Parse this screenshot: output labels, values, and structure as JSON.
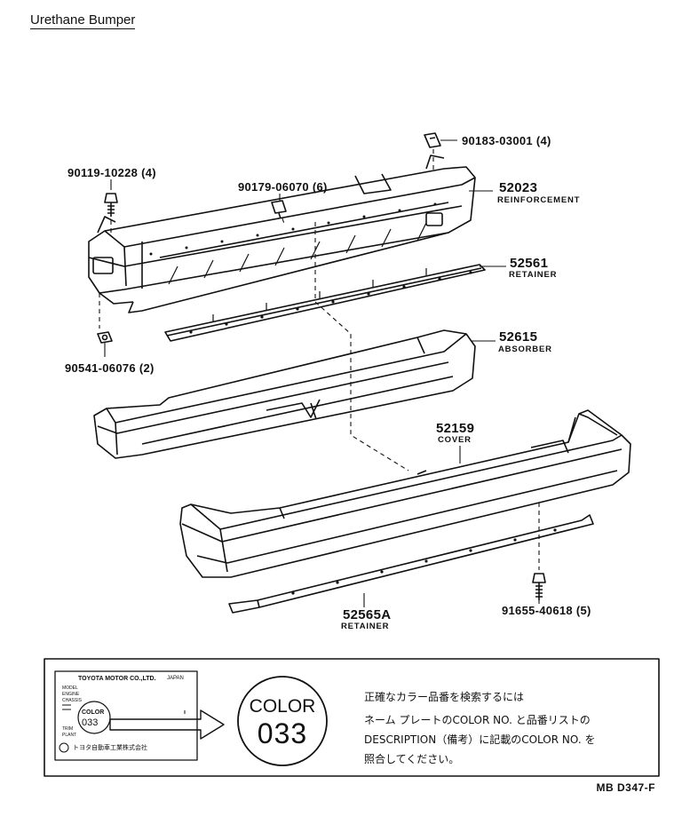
{
  "title": "Urethane Bumper",
  "parts": [
    {
      "id": "p1",
      "number": "90183-03001",
      "qty": "(4)",
      "desc": ""
    },
    {
      "id": "p2",
      "number": "90119-10228",
      "qty": "(4)",
      "desc": ""
    },
    {
      "id": "p3",
      "number": "90179-06070",
      "qty": "(6)",
      "desc": ""
    },
    {
      "id": "p4",
      "number": "52023",
      "qty": "",
      "desc": "REINFORCEMENT"
    },
    {
      "id": "p5",
      "number": "52561",
      "qty": "",
      "desc": "RETAINER"
    },
    {
      "id": "p6",
      "number": "52615",
      "qty": "",
      "desc": "ABSORBER"
    },
    {
      "id": "p7",
      "number": "90541-06076",
      "qty": "(2)",
      "desc": ""
    },
    {
      "id": "p8",
      "number": "52159",
      "qty": "",
      "desc": "COVER"
    },
    {
      "id": "p9",
      "number": "91655-40618",
      "qty": "(5)",
      "desc": ""
    },
    {
      "id": "p10",
      "number": "52565A",
      "qty": "",
      "desc": "RETAINER"
    }
  ],
  "nameplate": {
    "maker": "TOYOTA MOTOR CO.,LTD.",
    "country": "JAPAN",
    "rows": [
      "MODEL",
      "ENGINE",
      "CHASSIS"
    ],
    "color_label": "COLOR",
    "color_code": "033",
    "trim_rows": [
      "TRIM",
      "PLANT"
    ],
    "maker_jp": "トヨタ自動車工業株式会社"
  },
  "color_badge": {
    "label": "COLOR",
    "code": "033"
  },
  "note_lines": [
    "正確なカラー品番を検索するには",
    "ネーム プレートのCOLOR NO. と品番リストの",
    "DESCRIPTION（備考）に記載のCOLOR NO. を",
    "照合してください。"
  ],
  "footer_code": "MB D347-F"
}
